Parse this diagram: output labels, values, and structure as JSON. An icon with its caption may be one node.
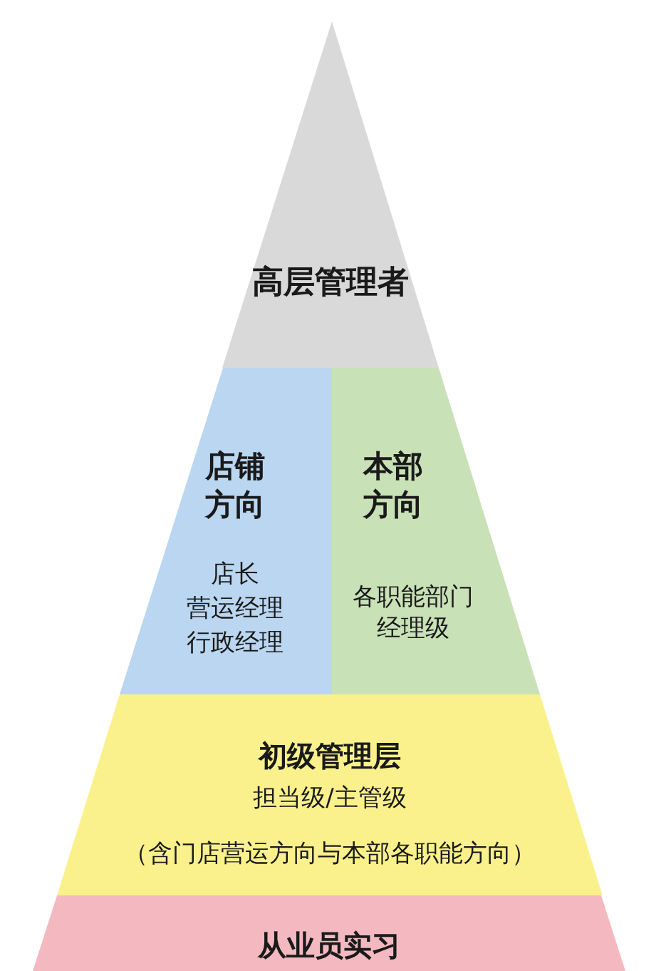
{
  "diagram": {
    "nodes": [
      {
        "text": [
          "高层管理者"
        ]
      },
      {
        "text": [
          "店铺方向",
          "店长",
          "营运经理",
          "行政经理"
        ]
      },
      {
        "text": [
          "本部方向",
          "各职能部门经理级"
        ]
      },
      {
        "text": [
          "初级管理层",
          "担当级/主管级",
          "（含门店营运方向与本部各职能方向）"
        ]
      },
      {
        "text": [
          "从业员实习"
        ]
      }
    ]
  }
}
